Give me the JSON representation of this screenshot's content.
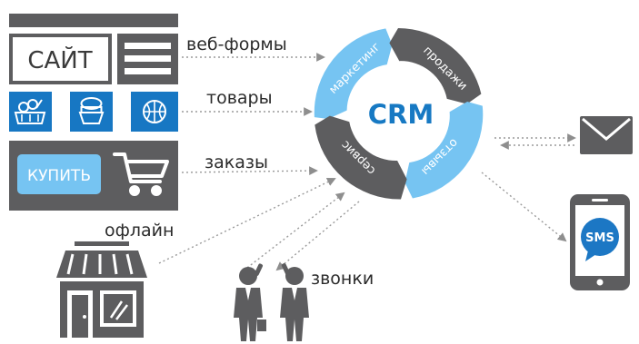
{
  "site": {
    "logo_text": "САЙТ",
    "buy_button": "КУПИТЬ"
  },
  "labels": {
    "web_forms": "веб-формы",
    "goods": "товары",
    "orders": "заказы",
    "offline": "офлайн",
    "calls": "звонки"
  },
  "crm": {
    "center": "CRM",
    "segments": [
      "маркетинг",
      "продажи",
      "отзывы",
      "сервис"
    ]
  },
  "channels": {
    "sms": "SMS"
  },
  "colors": {
    "dark": "#5d5d5f",
    "blue": "#76c4f2",
    "icon_blue": "#1777c3",
    "sms_blue": "#1c77c4",
    "crm_text": "#1779c3",
    "arrow": "#9a9a9a"
  },
  "icons": [
    "basket-icon",
    "cake-icon",
    "basketball-icon",
    "shopping-cart-icon",
    "envelope-icon",
    "smartphone-icon",
    "shop-icon",
    "person-phone-icon"
  ]
}
